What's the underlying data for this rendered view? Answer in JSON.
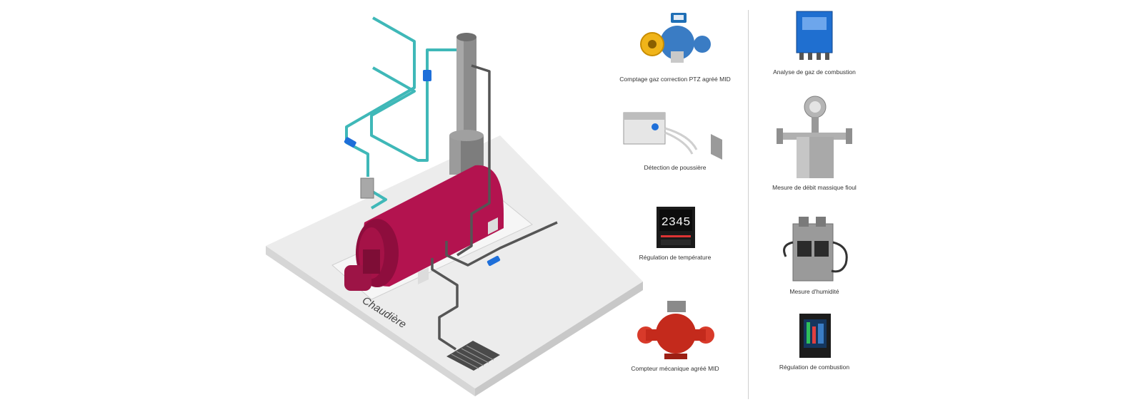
{
  "boiler": {
    "label": "Chaudière",
    "colors": {
      "tank": "#b3134f",
      "chimney": "#8c8c8c",
      "gas_pipe": "#3fb8b8",
      "fuel_pipe": "#555555",
      "valve": "#1e6fd9",
      "floor": "#ececec"
    }
  },
  "products": [
    {
      "caption": "Comptage gaz correction PTZ agréé MID",
      "icon": "gas-meter-icon"
    },
    {
      "caption": "Détection de poussière",
      "icon": "dust-detector-icon"
    },
    {
      "caption": "Régulation de température",
      "icon": "temperature-controller-icon",
      "display": "2345"
    },
    {
      "caption": "Compteur mécanique agréé MID",
      "icon": "mechanical-meter-icon"
    },
    {
      "caption": "Analyse de gaz de combustion",
      "icon": "gas-analyzer-icon"
    },
    {
      "caption": "Mesure de débit massique fioul",
      "icon": "mass-flowmeter-icon"
    },
    {
      "caption": "Mesure d'humidité",
      "icon": "humidity-sensor-icon"
    },
    {
      "caption": "Régulation de combustion",
      "icon": "combustion-controller-icon"
    }
  ]
}
